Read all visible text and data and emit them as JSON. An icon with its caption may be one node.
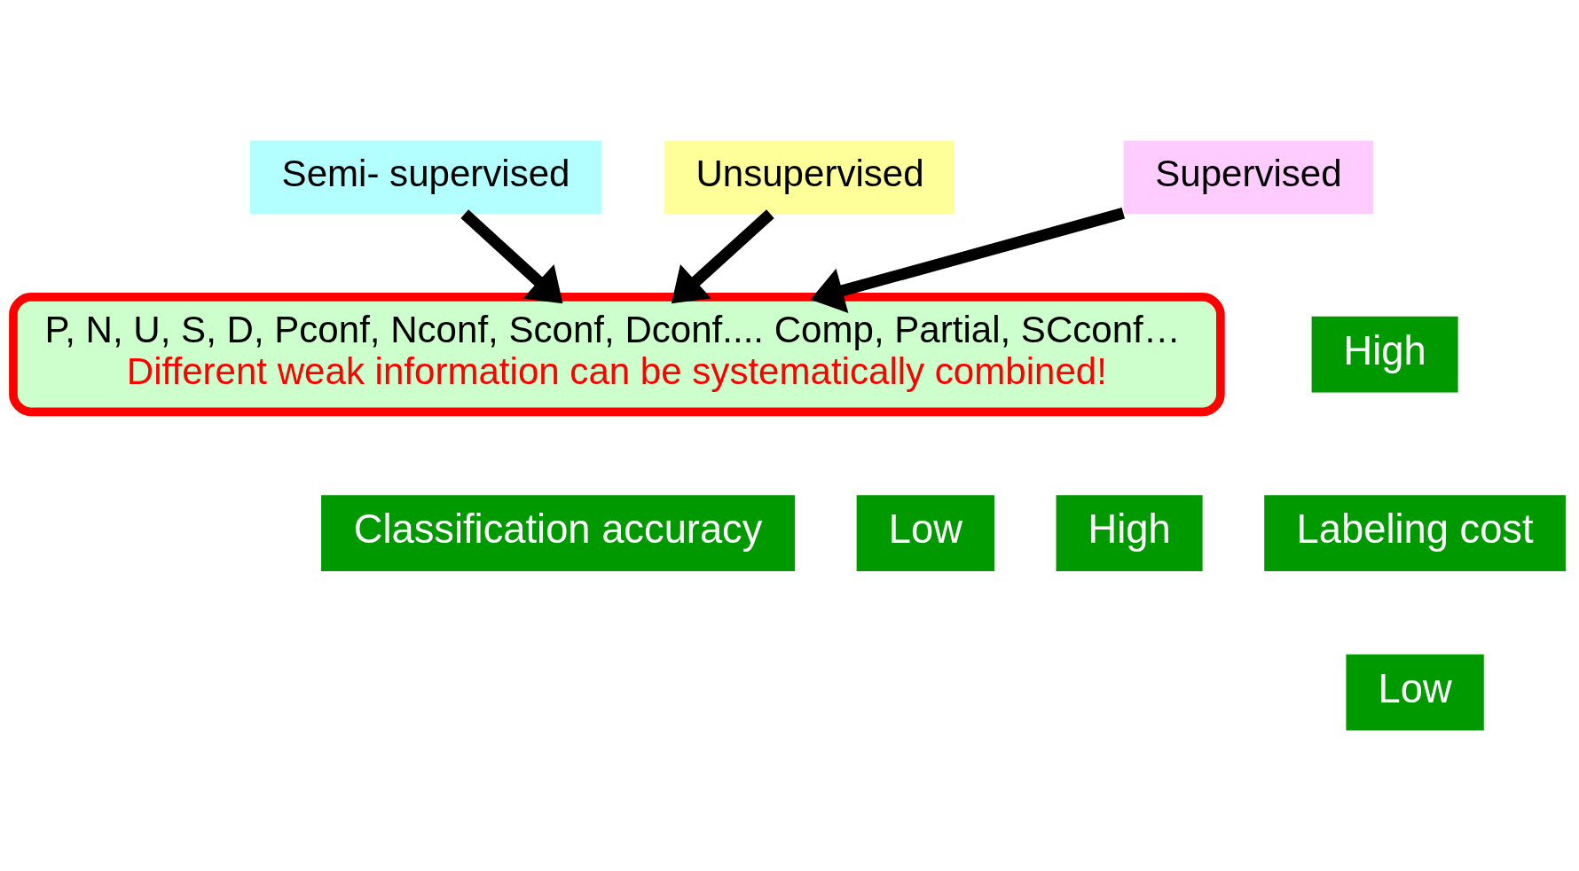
{
  "diagram": {
    "nodes": [
      {
        "text": [
          "Supervised"
        ]
      },
      {
        "text": [
          "Semi- supervised"
        ]
      },
      {
        "text": [
          "Unsupervised"
        ]
      },
      {
        "text": [
          "P, N, U, S, D, Pconf, Nconf, Sconf, Dconf.... Comp, Partial, SCconf…",
          "Different weak information can be systematically combined!"
        ]
      }
    ],
    "edges": [
      {
        "from": 0,
        "to": 3,
        "arrow": "to"
      },
      {
        "from": 1,
        "to": 3,
        "arrow": "to"
      },
      {
        "from": 2,
        "to": 3,
        "arrow": "to"
      }
    ],
    "labels": [
      "High",
      "Labeling cost",
      "Low",
      "Low",
      "Classification accuracy",
      "High"
    ]
  }
}
